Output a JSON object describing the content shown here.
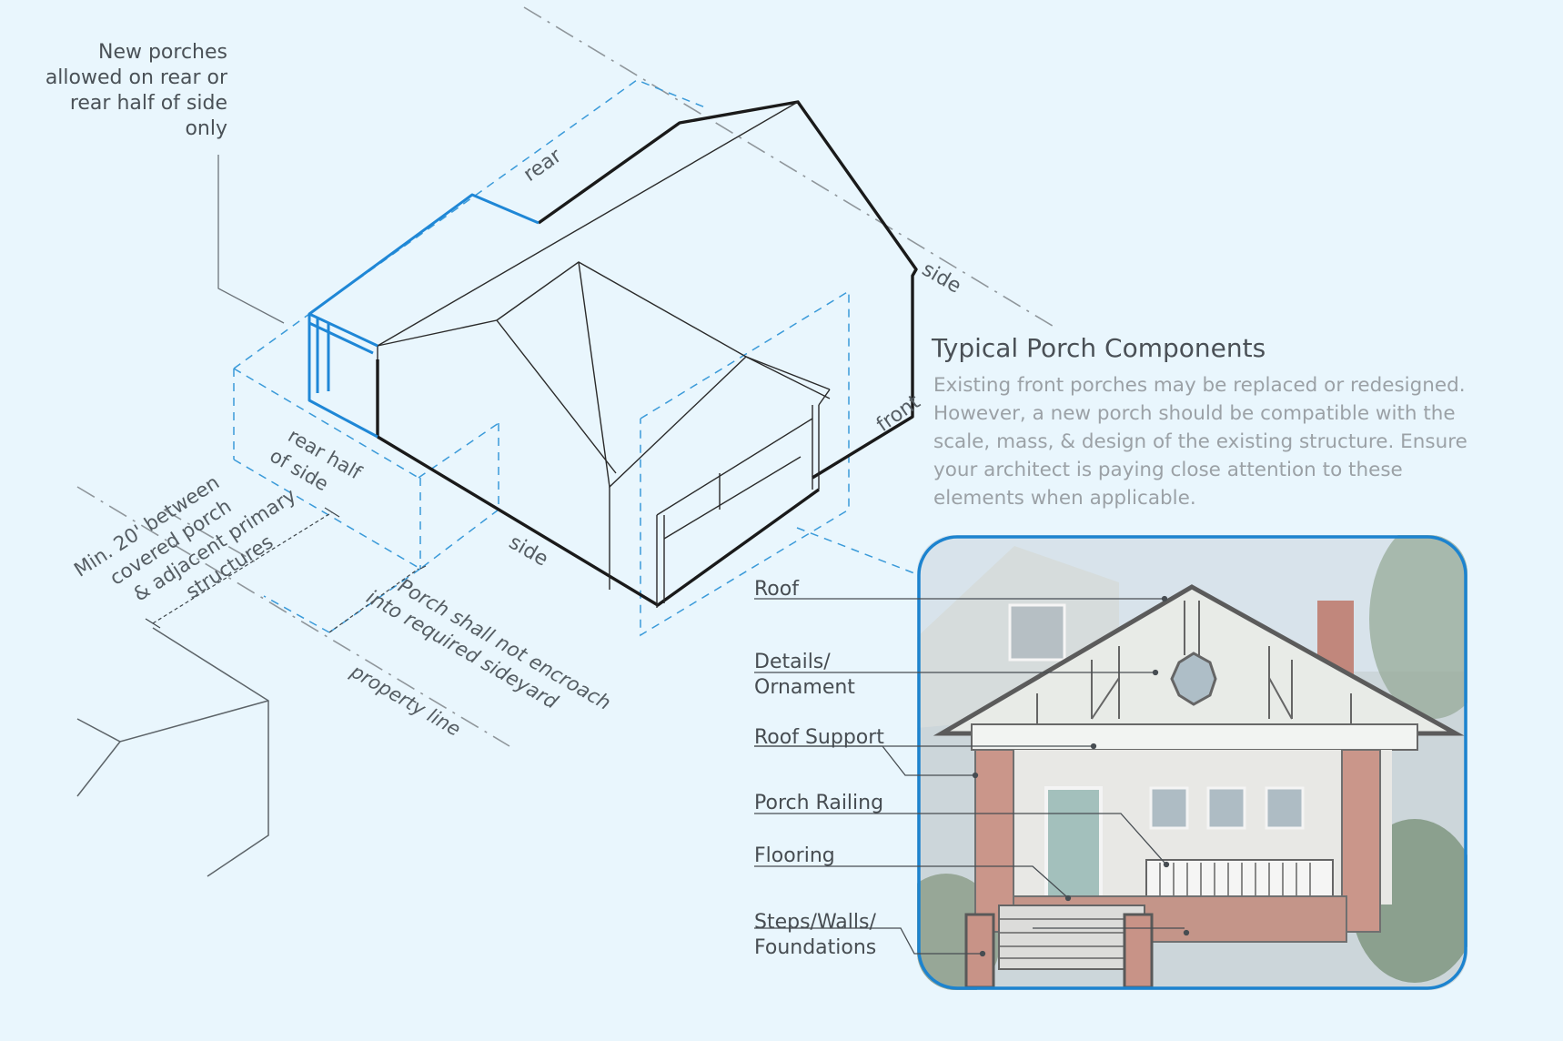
{
  "diagram": {
    "porch_allowed_note": "New porches allowed on rear or rear half of side only",
    "edge_labels": {
      "rear": "rear",
      "side_right": "side",
      "front": "front",
      "side_bottom": "side",
      "rear_half_line1": "rear half",
      "rear_half_line2": "of side"
    },
    "separation_note": [
      "Min. 20' between",
      "covered porch",
      "& adjacent primary",
      "structures"
    ],
    "encroach_note": [
      "Porch shall not encroach",
      "into required sideyard"
    ],
    "property_line": "property line"
  },
  "components": {
    "title": "Typical Porch Components",
    "description": "Existing front porches may be replaced or redesigned. However, a new porch should be compatible with the scale, mass, & design of the existing structure. Ensure your architect is paying close attention to these elements when applicable.",
    "labels": [
      {
        "id": "roof",
        "lines": [
          "Roof"
        ]
      },
      {
        "id": "details",
        "lines": [
          "Details/",
          "Ornament"
        ]
      },
      {
        "id": "roof-support",
        "lines": [
          "Roof Support"
        ]
      },
      {
        "id": "porch-railing",
        "lines": [
          "Porch Railing"
        ]
      },
      {
        "id": "flooring",
        "lines": [
          "Flooring"
        ]
      },
      {
        "id": "steps",
        "lines": [
          "Steps/Walls/",
          "Foundations"
        ]
      }
    ]
  },
  "colors": {
    "background": "#e9f6fd",
    "house_outline": "#1a1a1a",
    "porch_highlight": "#1f87d6",
    "dashed_blue": "#3a9ad9",
    "dash_dot_gray": "#8f969b",
    "photo_frame": "#1c83cf"
  }
}
